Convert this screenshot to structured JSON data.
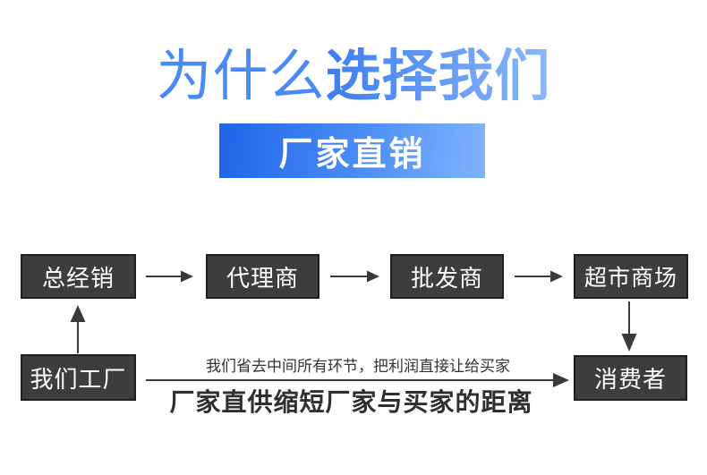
{
  "colors": {
    "title_light": "#4a8af4",
    "title_grad_start": "#3d7df1",
    "title_grad_end": "#8ab9fa",
    "banner_grad_start": "#1f64e9",
    "banner_grad_mid": "#4d8ef6",
    "banner_grad_end": "#80b4fa",
    "box_fill": "#3d3d3d",
    "box_border": "#1f1f1f",
    "arrow": "#3a3a3a",
    "note": "#333333"
  },
  "header": {
    "title_light": "为什么",
    "title_bold": "选择我们",
    "banner": "厂家直销"
  },
  "flow": {
    "nodes": {
      "general_distributor": "总经销",
      "agent": "代理商",
      "wholesaler": "批发商",
      "supermarket": "超市商场",
      "our_factory": "我们工厂",
      "consumer": "消费者"
    },
    "edges": [
      {
        "from": "总经销",
        "to": "代理商"
      },
      {
        "from": "代理商",
        "to": "批发商"
      },
      {
        "from": "批发商",
        "to": "超市商场"
      },
      {
        "from": "超市商场",
        "to": "消费者"
      },
      {
        "from": "我们工厂",
        "to": "总经销"
      },
      {
        "from": "我们工厂",
        "to": "消费者"
      }
    ],
    "note_line1": "我们省去中间所有环节，把利润直接让给买家",
    "note_line2": "厂家直供缩短厂家与买家的距离"
  }
}
